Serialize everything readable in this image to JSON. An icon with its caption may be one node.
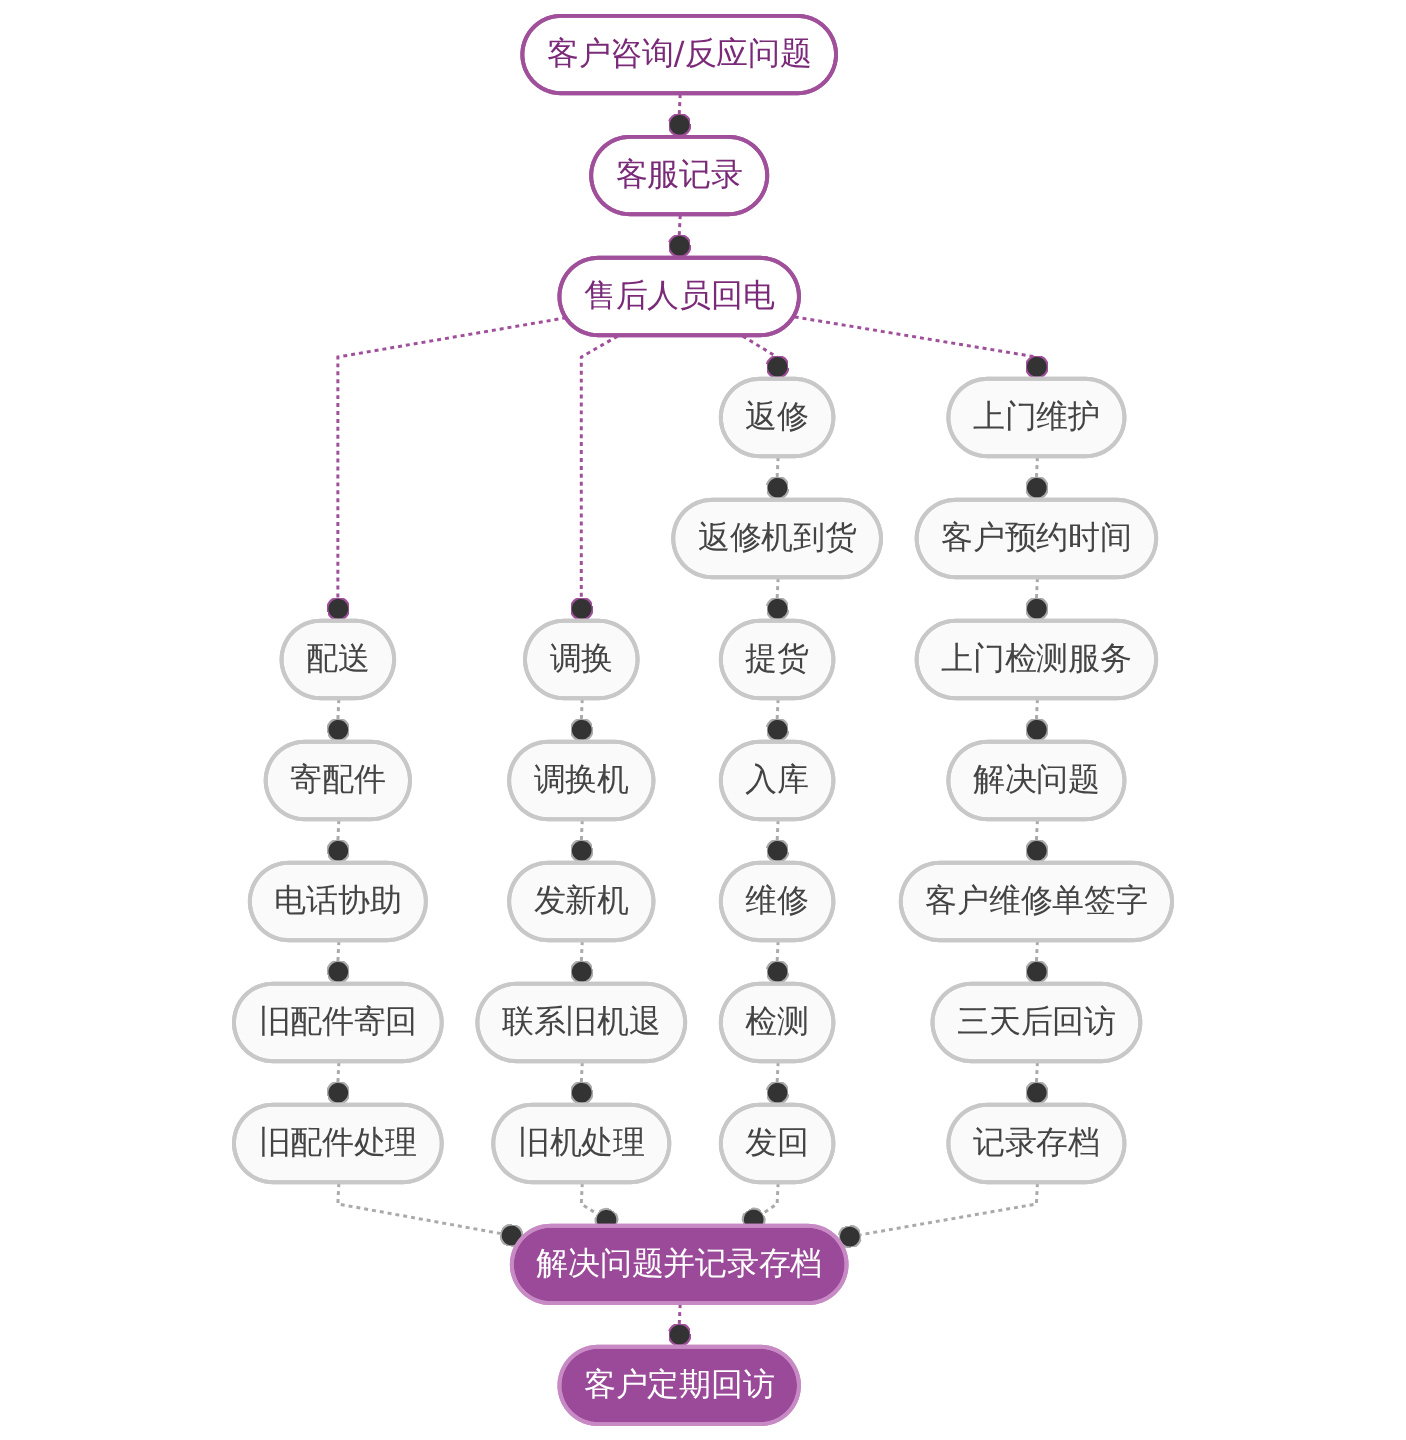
{
  "diagram": {
    "nodes": [
      {
        "text": [
          "客户咨询/反应问题"
        ]
      },
      {
        "text": [
          "客服记录"
        ]
      },
      {
        "text": [
          "售后人员回电"
        ]
      },
      {
        "text": [
          "配送"
        ]
      },
      {
        "text": [
          "寄配件"
        ]
      },
      {
        "text": [
          "电话协助"
        ]
      },
      {
        "text": [
          "旧配件寄回"
        ]
      },
      {
        "text": [
          "旧配件处理"
        ]
      },
      {
        "text": [
          "调换"
        ]
      },
      {
        "text": [
          "调换机"
        ]
      },
      {
        "text": [
          "发新机"
        ]
      },
      {
        "text": [
          "联系旧机退"
        ]
      },
      {
        "text": [
          "旧机处理"
        ]
      },
      {
        "text": [
          "返修"
        ]
      },
      {
        "text": [
          "返修机到货"
        ]
      },
      {
        "text": [
          "提货"
        ]
      },
      {
        "text": [
          "入库"
        ]
      },
      {
        "text": [
          "维修"
        ]
      },
      {
        "text": [
          "检测"
        ]
      },
      {
        "text": [
          "发回"
        ]
      },
      {
        "text": [
          "上门维护"
        ]
      },
      {
        "text": [
          "客户预约时间"
        ]
      },
      {
        "text": [
          "上门检测服务"
        ]
      },
      {
        "text": [
          "解决问题"
        ]
      },
      {
        "text": [
          "客户维修单签字"
        ]
      },
      {
        "text": [
          "三天后回访"
        ]
      },
      {
        "text": [
          "记录存档"
        ]
      },
      {
        "text": [
          "解决问题并记录存档"
        ]
      },
      {
        "text": [
          "客户定期回访"
        ]
      }
    ],
    "edges": [
      {
        "from": 0,
        "to": 1,
        "arrow": "other",
        "style": "dashed",
        "color": "#a0509a"
      },
      {
        "from": 1,
        "to": 2,
        "arrow": "other",
        "style": "dashed",
        "color": "#a0509a"
      },
      {
        "from": 2,
        "to": 3,
        "arrow": "other",
        "style": "dashed",
        "color": "#a0509a"
      },
      {
        "from": 2,
        "to": 8,
        "arrow": "other",
        "style": "dashed",
        "color": "#a0509a"
      },
      {
        "from": 2,
        "to": 13,
        "arrow": "other",
        "style": "dashed",
        "color": "#a0509a"
      },
      {
        "from": 2,
        "to": 20,
        "arrow": "other",
        "style": "dashed",
        "color": "#a0509a"
      },
      {
        "from": 3,
        "to": 4,
        "arrow": "other",
        "style": "dashed"
      },
      {
        "from": 4,
        "to": 5,
        "arrow": "other",
        "style": "dashed"
      },
      {
        "from": 5,
        "to": 6,
        "arrow": "other",
        "style": "dashed"
      },
      {
        "from": 6,
        "to": 7,
        "arrow": "other",
        "style": "dashed"
      },
      {
        "from": 8,
        "to": 9,
        "arrow": "other",
        "style": "dashed"
      },
      {
        "from": 9,
        "to": 10,
        "arrow": "other",
        "style": "dashed"
      },
      {
        "from": 10,
        "to": 11,
        "arrow": "other",
        "style": "dashed"
      },
      {
        "from": 11,
        "to": 12,
        "arrow": "other",
        "style": "dashed"
      },
      {
        "from": 13,
        "to": 14,
        "arrow": "other",
        "style": "dashed"
      },
      {
        "from": 14,
        "to": 15,
        "arrow": "other",
        "style": "dashed"
      },
      {
        "from": 15,
        "to": 16,
        "arrow": "other",
        "style": "dashed"
      },
      {
        "from": 16,
        "to": 17,
        "arrow": "other",
        "style": "dashed"
      },
      {
        "from": 17,
        "to": 18,
        "arrow": "other",
        "style": "dashed"
      },
      {
        "from": 18,
        "to": 19,
        "arrow": "other",
        "style": "dashed"
      },
      {
        "from": 20,
        "to": 21,
        "arrow": "other",
        "style": "dashed"
      },
      {
        "from": 21,
        "to": 22,
        "arrow": "other",
        "style": "dashed"
      },
      {
        "from": 22,
        "to": 23,
        "arrow": "other",
        "style": "dashed"
      },
      {
        "from": 23,
        "to": 24,
        "arrow": "other",
        "style": "dashed"
      },
      {
        "from": 24,
        "to": 25,
        "arrow": "other",
        "style": "dashed"
      },
      {
        "from": 25,
        "to": 26,
        "arrow": "other",
        "style": "dashed"
      },
      {
        "from": 7,
        "to": 27,
        "arrow": "other",
        "style": "dashed"
      },
      {
        "from": 12,
        "to": 27,
        "arrow": "other",
        "style": "dashed"
      },
      {
        "from": 19,
        "to": 27,
        "arrow": "other",
        "style": "dashed"
      },
      {
        "from": 26,
        "to": 27,
        "arrow": "other",
        "style": "dashed"
      },
      {
        "from": 27,
        "to": 28,
        "arrow": "other",
        "style": "dashed",
        "color": "#a0509a"
      }
    ]
  }
}
